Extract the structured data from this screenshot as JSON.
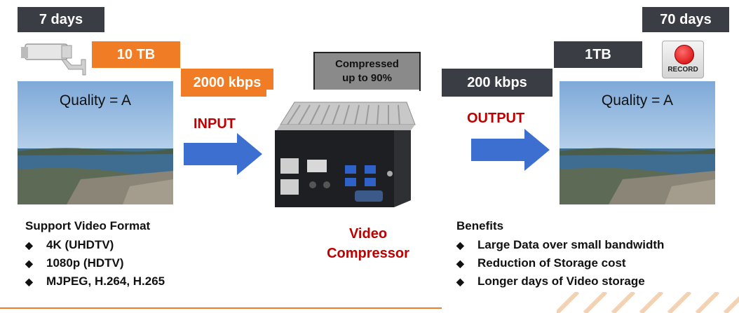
{
  "left": {
    "days": "7 days",
    "storage": "10 TB",
    "bitrate": "2000 kbps",
    "quality": "Quality = A",
    "arrow_label": "INPUT",
    "formats_title": "Support Video Format",
    "formats": [
      "4K (UHDTV)",
      "1080p (HDTV)",
      "MJPEG, H.264, H.265"
    ]
  },
  "center": {
    "compressed": [
      "Compressed",
      "up to 90%"
    ],
    "device_label": [
      "Video",
      "Compressor"
    ]
  },
  "right": {
    "days": "70 days",
    "storage": "1TB",
    "bitrate": "200 kbps",
    "quality": "Quality = A",
    "arrow_label": "OUTPUT",
    "record_label": "RECORD",
    "benefits_title": "Benefits",
    "benefits": [
      "Large Data over small bandwidth",
      "Reduction of Storage cost",
      "Longer days of Video storage"
    ]
  },
  "colors": {
    "dark": "#3a3d44",
    "orange": "#f07c25",
    "red": "#c00000",
    "arrow": "#3d6fd1"
  }
}
